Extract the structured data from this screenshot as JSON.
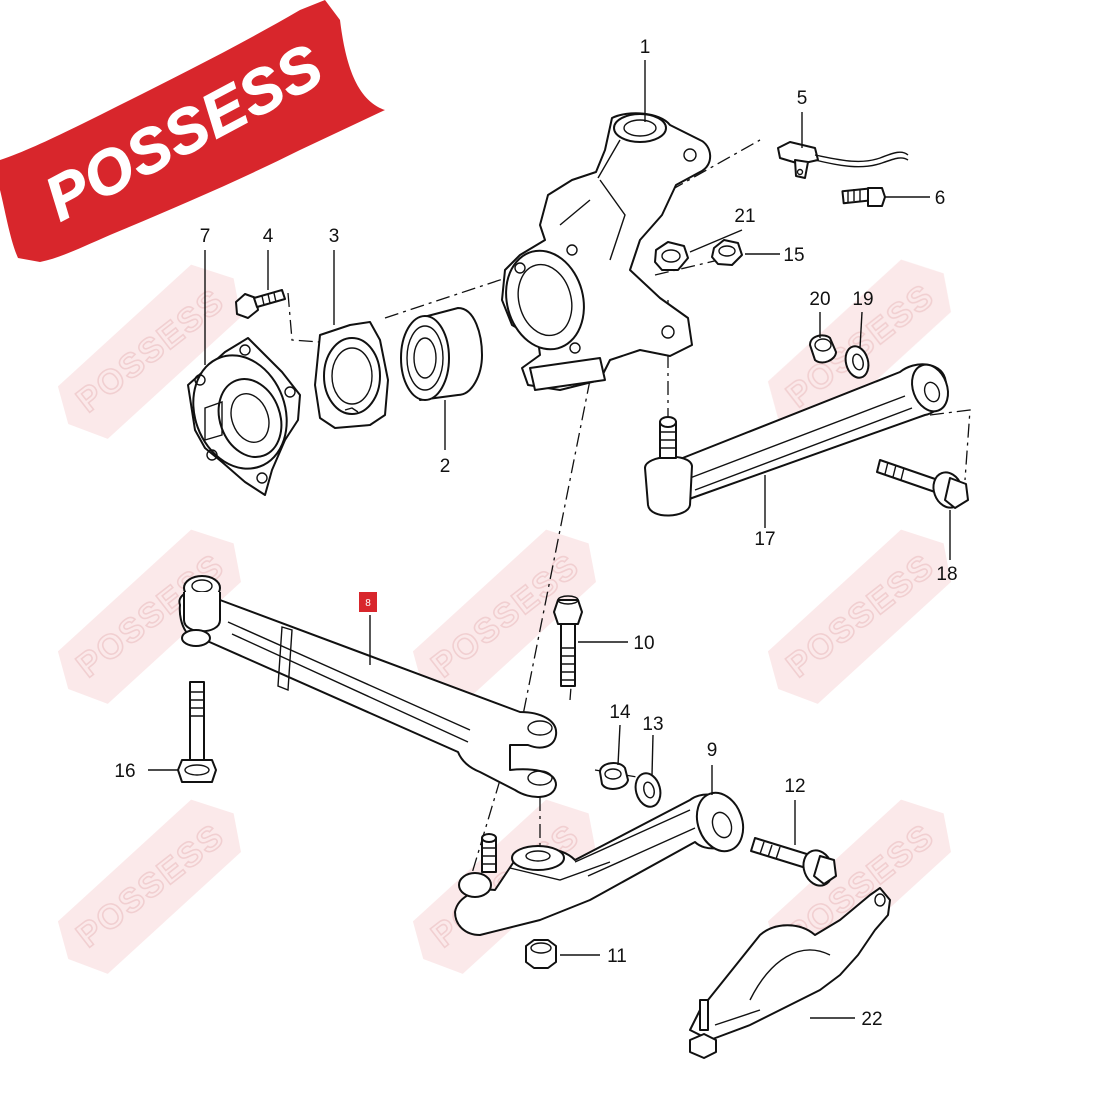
{
  "logo": {
    "text": "POSSESS",
    "color": "#d8262c"
  },
  "watermark": {
    "text": "POSSESS",
    "color": "#d8262c",
    "opacity": 0.22
  },
  "highlight_label": {
    "text": "8",
    "color": "#d8262c"
  },
  "callouts": {
    "n1": "1",
    "n2": "2",
    "n3": "3",
    "n4": "4",
    "n5": "5",
    "n6": "6",
    "n7": "7",
    "n9": "9",
    "n10": "10",
    "n11": "11",
    "n12": "12",
    "n13": "13",
    "n14": "14",
    "n15": "15",
    "n16": "16",
    "n17": "17",
    "n18": "18",
    "n19": "19",
    "n20": "20",
    "n21": "21",
    "n22": "22"
  }
}
